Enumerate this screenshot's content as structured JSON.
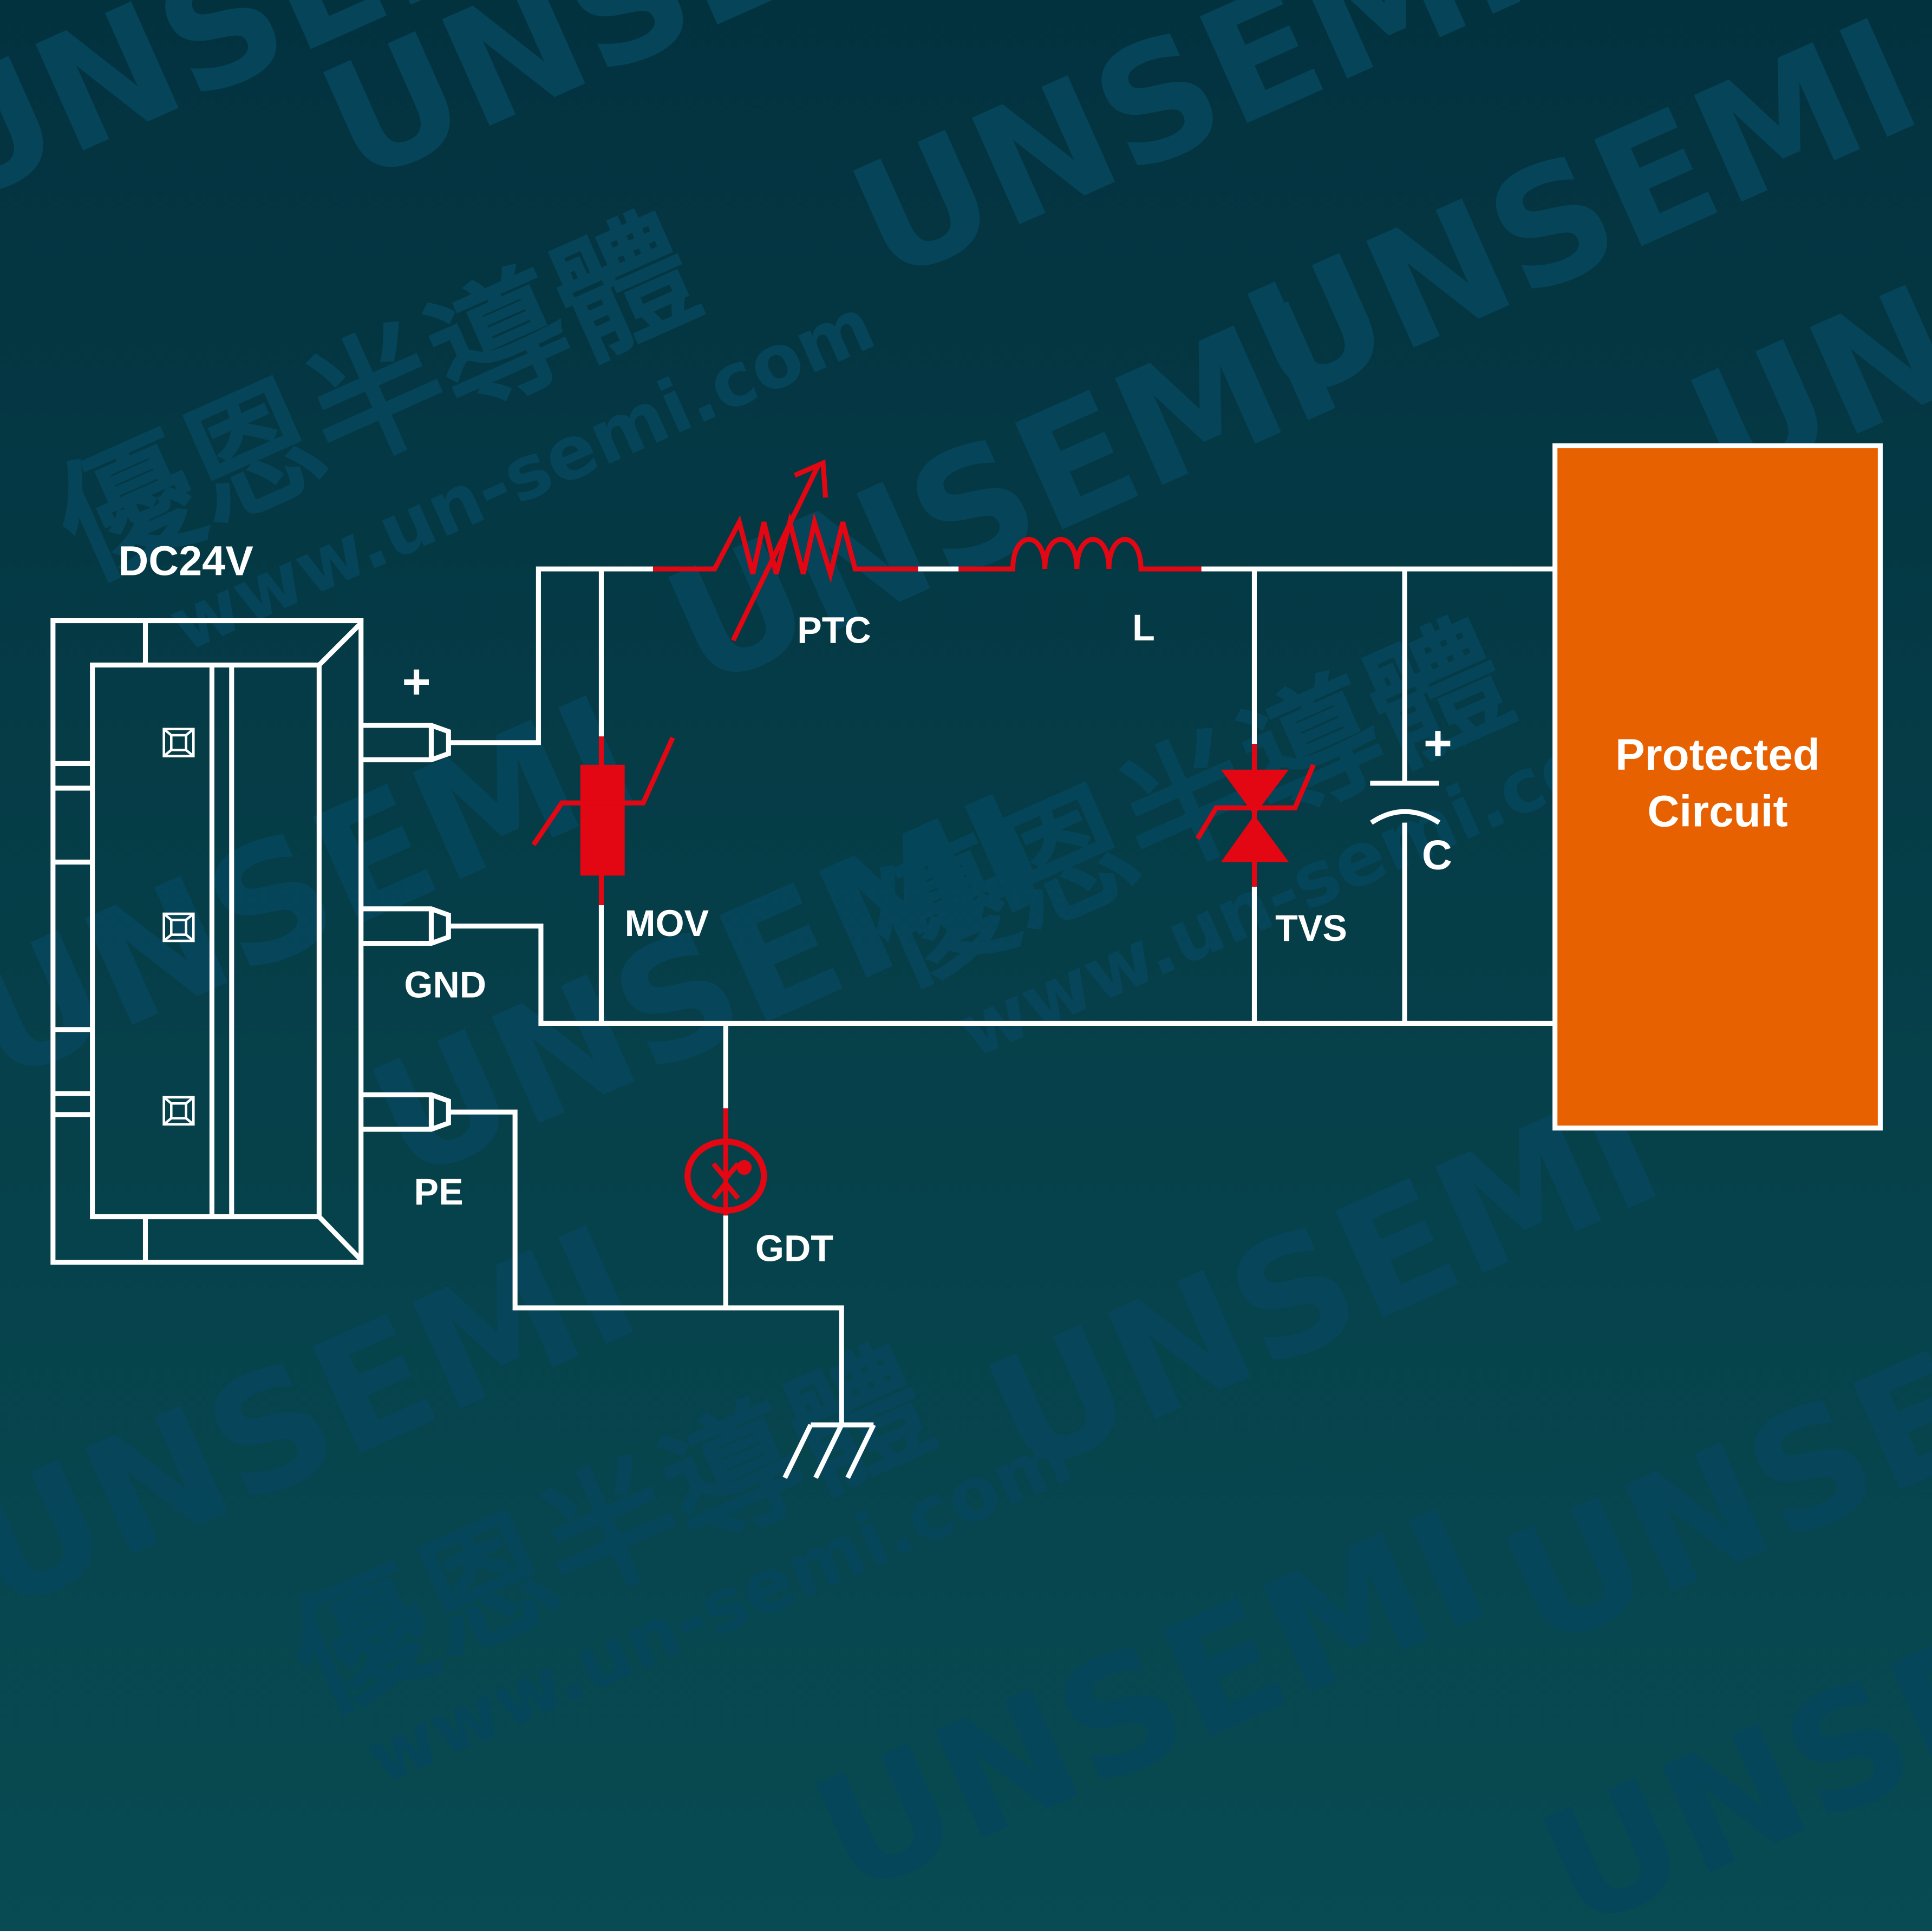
{
  "diagram": {
    "title": "DC24V surge protection circuit",
    "source_label": "DC24V",
    "terminals": [
      {
        "id": "plus",
        "label": "+"
      },
      {
        "id": "gnd",
        "label": "GND"
      },
      {
        "id": "pe",
        "label": "PE"
      }
    ],
    "components": [
      {
        "id": "ptc",
        "label": "PTC",
        "type": "PTC thermistor",
        "position": "series on + line"
      },
      {
        "id": "inductor",
        "label": "L",
        "type": "inductor",
        "position": "series on + line"
      },
      {
        "id": "mov",
        "label": "MOV",
        "type": "metal oxide varistor",
        "position": "shunt + to GND"
      },
      {
        "id": "tvs",
        "label": "TVS",
        "type": "bidirectional TVS diode",
        "position": "shunt + to GND"
      },
      {
        "id": "capacitor",
        "label": "C",
        "polarity_label": "+",
        "type": "electrolytic capacitor",
        "position": "shunt + to GND"
      },
      {
        "id": "gdt",
        "label": "GDT",
        "type": "gas discharge tube",
        "position": "GND to PE"
      }
    ],
    "load": {
      "label_line1": "Protected",
      "label_line2": "Circuit"
    },
    "watermark": {
      "brand": "UNSEMI",
      "chinese": "優恩半導體",
      "url": "www.un-semi.com"
    },
    "colors": {
      "background_top": "#03323f",
      "background_bottom": "#084b52",
      "wire": "#ffffff",
      "component": "#e30613",
      "load_box": "#e86100",
      "watermark": "#06465c"
    }
  }
}
